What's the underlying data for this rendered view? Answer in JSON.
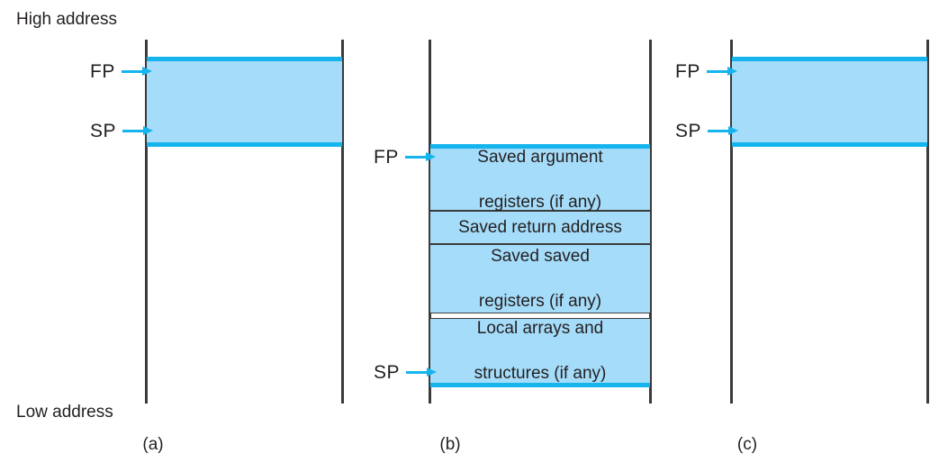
{
  "figure": {
    "title_axis": {
      "high": "High address",
      "low": "Low address"
    },
    "pointer_names": {
      "frame_pointer": "FP",
      "stack_pointer": "SP"
    },
    "panels": [
      {
        "id": "a",
        "caption": "(a)",
        "pointers": [
          {
            "name": "FP",
            "at": "top-of-block"
          },
          {
            "name": "SP",
            "at": "bottom-of-block"
          }
        ],
        "cells": []
      },
      {
        "id": "b",
        "caption": "(b)",
        "pointers": [
          {
            "name": "FP",
            "at": "top-of-block"
          },
          {
            "name": "SP",
            "at": "bottom-of-block"
          }
        ],
        "cells": [
          {
            "line1": "Saved argument",
            "line2": "registers (if any)"
          },
          {
            "line1": "Saved return address",
            "line2": ""
          },
          {
            "line1": "Saved saved",
            "line2": "registers (if any)"
          },
          {
            "line1": "Local arrays and",
            "line2": "structures (if any)"
          }
        ]
      },
      {
        "id": "c",
        "caption": "(c)",
        "pointers": [
          {
            "name": "FP",
            "at": "top-of-block"
          },
          {
            "name": "SP",
            "at": "bottom-of-block"
          }
        ],
        "cells": []
      }
    ]
  },
  "colors": {
    "block_fill": "#a5dcf9",
    "block_edge": "#15b4ed",
    "rail": "#3b3b3b",
    "text": "#231f20",
    "background": "#ffffff"
  }
}
